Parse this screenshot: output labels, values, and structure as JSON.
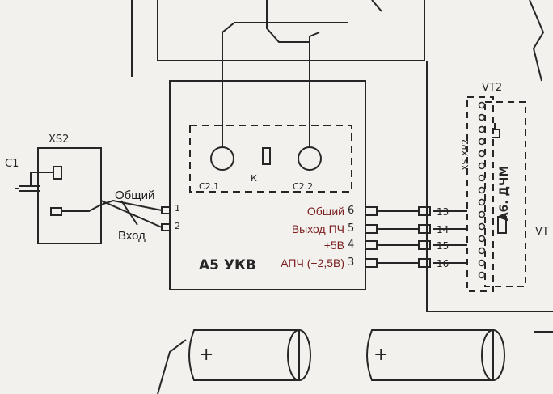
{
  "modules": {
    "xs2": {
      "title": "XS2",
      "c1": "C1"
    },
    "a5": {
      "title": "А5 УКВ",
      "c21": "С2.1",
      "c22": "С2.2",
      "k": "К"
    },
    "a6": {
      "vt2": "VT2",
      "name": "А6. ДЧМ",
      "xs_xp": "XS XP2",
      "vt_edge": "VT"
    }
  },
  "inputs": [
    {
      "text": "Общий",
      "pin": "1"
    },
    {
      "text": "Вход",
      "pin": "2"
    }
  ],
  "outputs": [
    {
      "text": "Общий",
      "pin": "6",
      "term": "13"
    },
    {
      "text": "Выход ПЧ",
      "pin": "5",
      "term": "14"
    },
    {
      "text": "+5В",
      "pin": "4",
      "term": "15"
    },
    {
      "text": "АПЧ (+2,5В)",
      "pin": "3",
      "term": "16"
    }
  ],
  "battery_symbol": "+"
}
